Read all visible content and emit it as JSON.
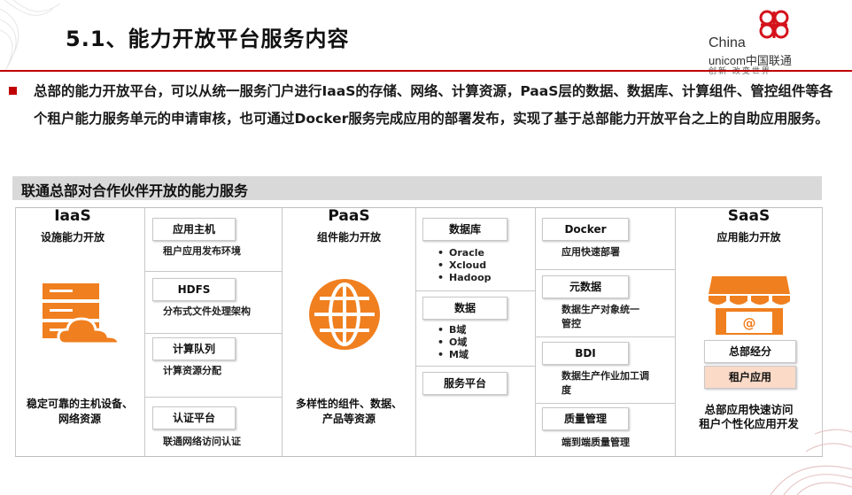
{
  "title": "5.1、能力开放平台服务内容",
  "logo": {
    "en_line1": "China",
    "en_line2": "unicom中国联通",
    "slogan": "创新·改变世界"
  },
  "intro": "总部的能力开放平台，可以从统一服务门户进行IaaS的存储、网络、计算资源，PaaS层的数据、数据库、计算组件、管控组件等各个租户能力服务单元的申请审核，也可通过Docker服务完成应用的部署发布，实现了基于总部能力开放平台之上的自助应用服务。",
  "section_title": "联通总部对合作伙伴开放的能力服务",
  "colors": {
    "accent": "#c00000",
    "icon_orange": "#f07f1f",
    "highlight": "#fbdac8"
  },
  "iaas": {
    "name": "IaaS",
    "subtitle": "设施能力开放",
    "icon": "server-stack-cloud-icon",
    "desc_line1": "稳定可靠的主机设备、",
    "desc_line2": "网络资源",
    "items": [
      {
        "label": "应用主机",
        "desc": "租户应用发布环境"
      },
      {
        "label": "HDFS",
        "desc": "分布式文件处理架构"
      },
      {
        "label": "计算队列",
        "desc": "计算资源分配"
      },
      {
        "label": "认证平台",
        "desc": "联通网络访问认证"
      }
    ]
  },
  "paas": {
    "name": "PaaS",
    "subtitle": "组件能力开放",
    "icon": "globe-icon",
    "desc_line1": "多样性的组件、数据、",
    "desc_line2": "产品等资源",
    "database": {
      "label": "数据库",
      "items": [
        "Oracle",
        "Xcloud",
        "Hadoop"
      ]
    },
    "data": {
      "label": "数据",
      "items": [
        "B域",
        "O域",
        "M域"
      ]
    },
    "service_platform": "服务平台",
    "right_items": [
      {
        "label": "Docker",
        "desc": "应用快速部署"
      },
      {
        "label": "元数据",
        "desc_line1": "数据生产对象统一",
        "desc_line2": "管控"
      },
      {
        "label": "BDI",
        "desc_line1": "数据生产作业加工调",
        "desc_line2": "度"
      },
      {
        "label": "质量管理",
        "desc": "端到端质量管理"
      }
    ]
  },
  "saas": {
    "name": "SaaS",
    "subtitle": "应用能力开放",
    "icon": "storefront-icon",
    "item1": "总部经分",
    "item2": "租户应用",
    "desc_line1": "总部应用快速访问",
    "desc_line2": "租户个性化应用开发"
  }
}
